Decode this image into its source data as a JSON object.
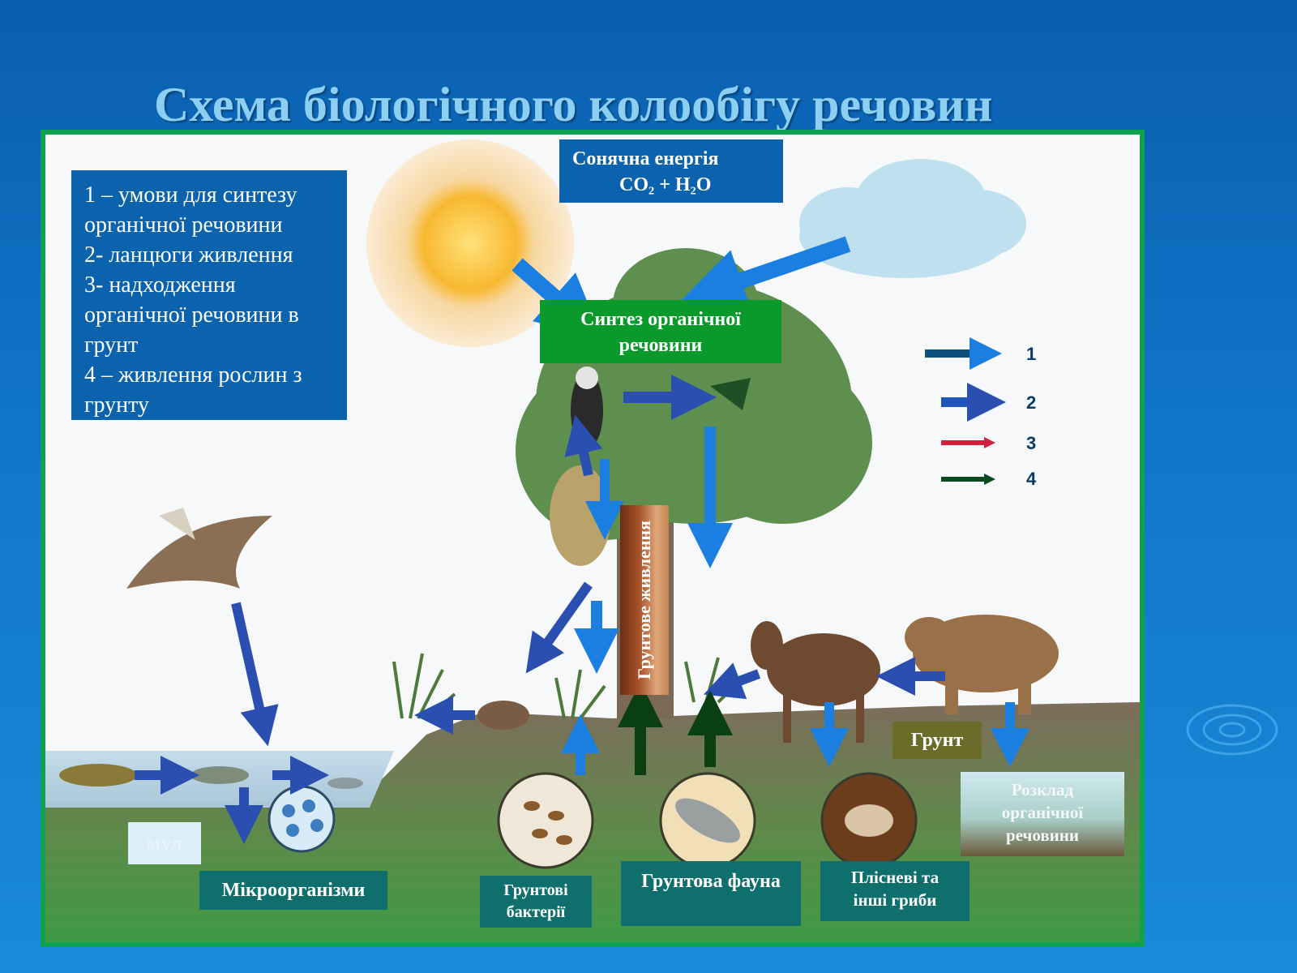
{
  "title": "Схема біологічного колообігу речовин",
  "legend_lines": [
    "1 – умови для синтезу",
    "органічної речовини",
    "2- ланцюги живлення",
    "3- надходження",
    "органічної речовини в",
    "грунт",
    "4 – живлення рослин з",
    "грунту"
  ],
  "sun_box": {
    "line1": "Сонячна енергія",
    "line2": "CO₂ + H₂O"
  },
  "synthesis_box": {
    "line1": "Синтез органічної",
    "line2": "речовини"
  },
  "trunk_label": "Грунтове живлення",
  "soil_label": "Грунт",
  "decomposition_box": {
    "line1": "Розклад",
    "line2": "органічної",
    "line3": "речовини"
  },
  "silt_label": "мул",
  "microorganisms_label": "Мікроорганізми",
  "soil_bacteria": {
    "line1": "Грунтові",
    "line2": "бактерії"
  },
  "soil_fauna_label": "Грунтова фауна",
  "fungi": {
    "line1": "Плісневі та",
    "line2": "інші гриби"
  },
  "arrow_legend": [
    {
      "num": "1",
      "color": "#0e4f80"
    },
    {
      "num": "2",
      "color": "#1f57b8"
    },
    {
      "num": "3",
      "color": "#d21f3c"
    },
    {
      "num": "4",
      "color": "#0a4a1f"
    }
  ],
  "colors": {
    "arrow_flow": "#1a7fe0",
    "arrow_food": "#2a4fb0",
    "arrow_plant": "#0a3f12",
    "frame": "#0fa14f",
    "title": "#8ccff3"
  }
}
